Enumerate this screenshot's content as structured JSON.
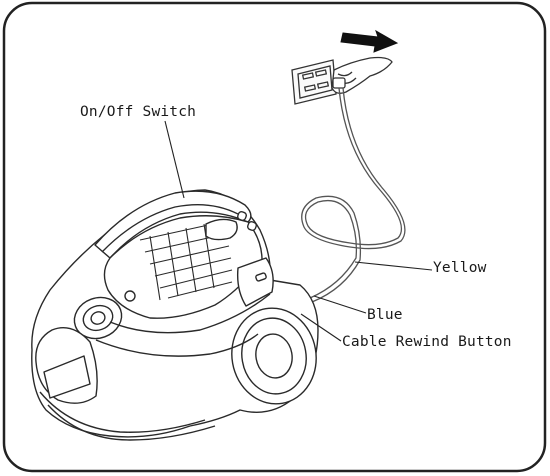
{
  "labels": {
    "on_off_switch": "On/Off Switch",
    "yellow": "Yellow",
    "blue": "Blue",
    "cable_rewind_button": "Cable Rewind Button"
  }
}
